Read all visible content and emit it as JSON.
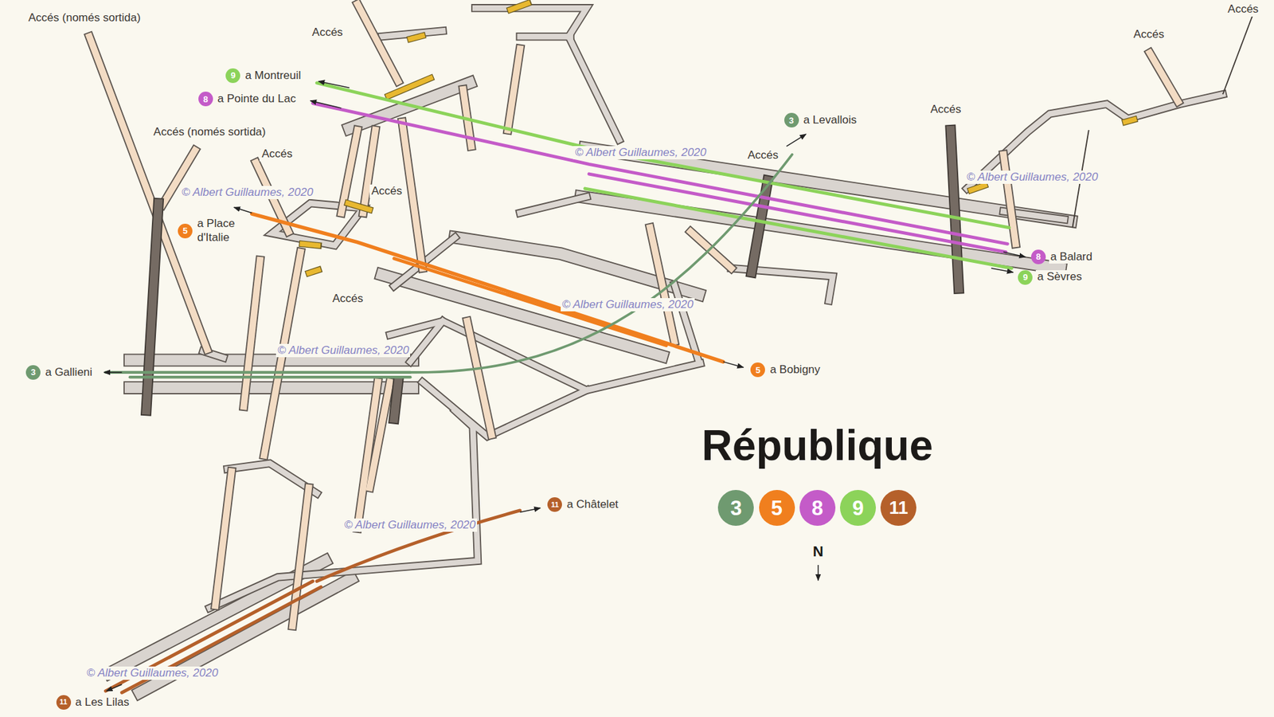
{
  "diagram": {
    "title": "République",
    "nodes": [
      {
        "text": [
          "9",
          "a Montreuil"
        ]
      },
      {
        "text": [
          "8",
          "a Pointe du Lac"
        ]
      },
      {
        "text": [
          "3",
          "a Levallois"
        ]
      },
      {
        "text": [
          "5",
          "a Place d'Italie"
        ]
      },
      {
        "text": [
          "8",
          "a Balard"
        ]
      },
      {
        "text": [
          "9",
          "a Sèvres"
        ]
      },
      {
        "text": [
          "5",
          "a Bobigny"
        ]
      },
      {
        "text": [
          "3",
          "a Gallieni"
        ]
      },
      {
        "text": [
          "11",
          "a Châtelet"
        ]
      },
      {
        "text": [
          "3"
        ]
      },
      {
        "text": [
          "5"
        ]
      },
      {
        "text": [
          "8"
        ]
      },
      {
        "text": [
          "9"
        ]
      },
      {
        "text": [
          "11"
        ]
      },
      {
        "text": [
          "11",
          "a Les Lilas"
        ]
      }
    ],
    "labels": [
      "Accés (només sortida)",
      "Accés",
      "Accés",
      "Accés",
      "Accés",
      "Accés (només sortida)",
      "Accés",
      "Accés",
      "Accés",
      "Accés",
      "© Albert Guillaumes, 2020",
      "© Albert Guillaumes, 2020",
      "© Albert Guillaumes, 2020",
      "© Albert Guillaumes, 2020",
      "© Albert Guillaumes, 2020",
      "© Albert Guillaumes, 2020",
      "© Albert Guillaumes, 2020",
      "N"
    ]
  }
}
